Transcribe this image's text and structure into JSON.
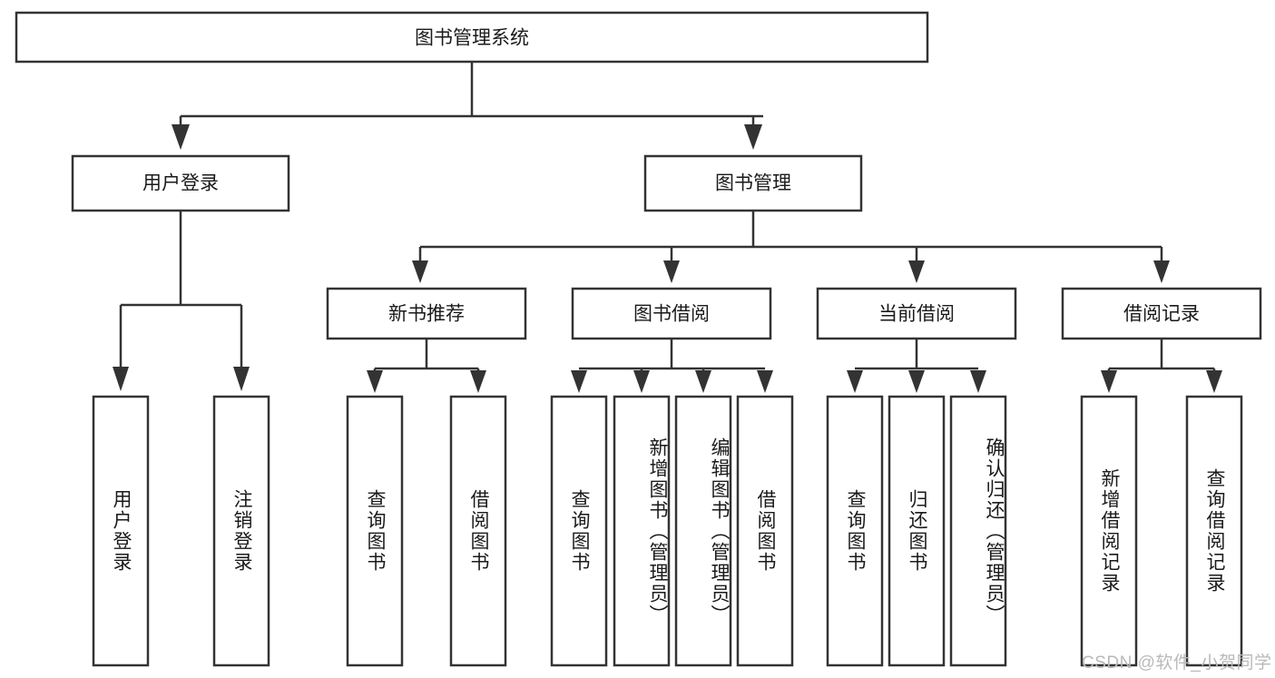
{
  "diagram": {
    "title": "图书管理系统",
    "watermark": "CSDN @软件_小贺同学",
    "colors": {
      "stroke": "#333333",
      "fill": "#ffffff",
      "text": "#1a1a1a",
      "watermark": "#b9b9b9",
      "background": "#ffffff"
    },
    "root": {
      "label": "图书管理系统"
    },
    "level2": [
      {
        "label": "用户登录"
      },
      {
        "label": "图书管理"
      }
    ],
    "level3": [
      {
        "label": "新书推荐"
      },
      {
        "label": "图书借阅"
      },
      {
        "label": "当前借阅"
      },
      {
        "label": "借阅记录"
      }
    ],
    "leaves": {
      "user_login": [
        {
          "label": "用户登录"
        },
        {
          "label": "注销登录"
        }
      ],
      "new_book_recommend": [
        {
          "label": "查询图书"
        },
        {
          "label": "借阅图书"
        }
      ],
      "book_borrow": [
        {
          "label": "查询图书"
        },
        {
          "label": "新增图书（管理员）"
        },
        {
          "label": "编辑图书（管理员）"
        },
        {
          "label": "借阅图书"
        }
      ],
      "current_borrow": [
        {
          "label": "查询图书"
        },
        {
          "label": "归还图书"
        },
        {
          "label": "确认归还（管理员）"
        }
      ],
      "borrow_record": [
        {
          "label": "新增借阅记录"
        },
        {
          "label": "查询借阅记录"
        }
      ]
    }
  }
}
